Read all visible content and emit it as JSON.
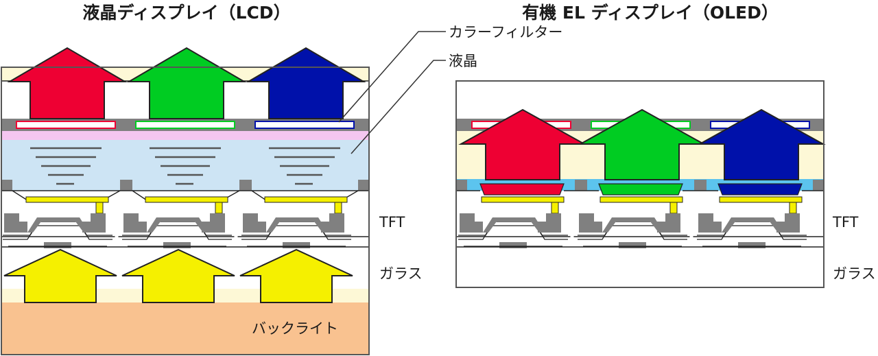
{
  "titles": {
    "lcd": "液晶ディスプレイ（LCD）",
    "oled": "有機 EL ディスプレイ（OLED）"
  },
  "labels": {
    "color_filter": "カラーフィルター",
    "liquid_crystal": "液晶",
    "tft_lcd": "TFT",
    "glass_lcd": "ガラス",
    "backlight": "バックライト",
    "tft_oled": "TFT",
    "glass_oled": "ガラス"
  },
  "colors": {
    "red": "#ee0033",
    "green": "#00cc22",
    "blue": "#0011aa",
    "yellow": "#f5f000",
    "cream": "#fdf8d6",
    "pink": "#f4c6f0",
    "liquid_crystal": "#cde4f4",
    "cyan_layer": "#5cc4ee",
    "backlight": "#f9c290",
    "tft_gray": "#808080"
  },
  "icons": [
    "red-light-arrow",
    "green-light-arrow",
    "blue-light-arrow",
    "backlight-arrow",
    "tft-transistor"
  ]
}
